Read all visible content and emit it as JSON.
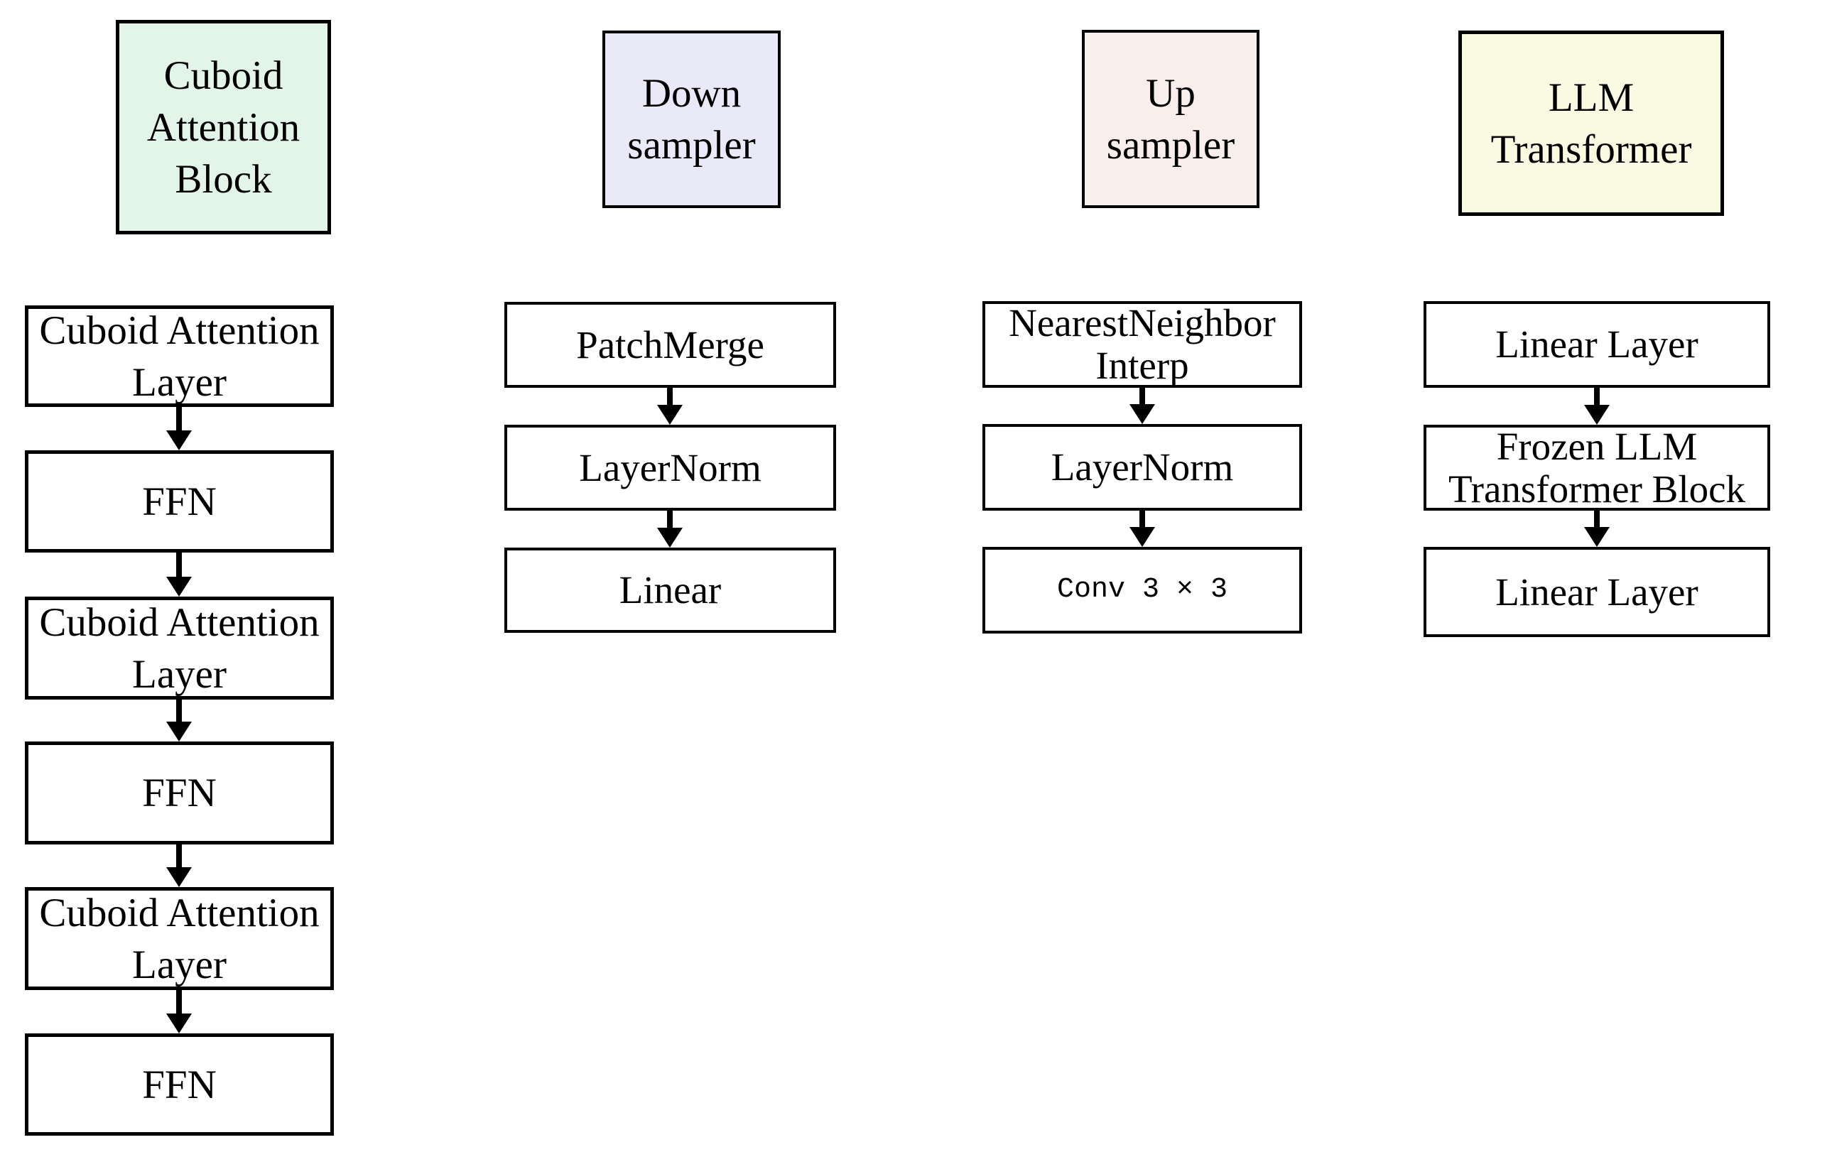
{
  "diagram": {
    "title": "Model component architecture legend diagram",
    "colors": {
      "background": "#ffffff",
      "box_border": "#000000",
      "node_fill": "#ffffff",
      "text": "#000000",
      "cuboid_attention_header_fill": "#e3f5e9",
      "down_sampler_header_fill": "#e9e9f7",
      "up_sampler_header_fill": "#f8efec",
      "llm_transformer_header_fill": "#fafae3"
    },
    "columns": [
      {
        "id": "cuboid-attention-block",
        "header": {
          "label": "Cuboid\nAttention\nBlock",
          "fill": "#e3f5e9"
        },
        "nodes": [
          {
            "label": "Cuboid Attention\nLayer"
          },
          {
            "label": "FFN"
          },
          {
            "label": "Cuboid Attention\nLayer"
          },
          {
            "label": "FFN"
          },
          {
            "label": "Cuboid Attention\nLayer"
          },
          {
            "label": "FFN"
          }
        ]
      },
      {
        "id": "down-sampler",
        "header": {
          "label": "Down\nsampler",
          "fill": "#e9e9f7"
        },
        "nodes": [
          {
            "label": "PatchMerge"
          },
          {
            "label": "LayerNorm"
          },
          {
            "label": "Linear"
          }
        ]
      },
      {
        "id": "up-sampler",
        "header": {
          "label": "Up\nsampler",
          "fill": "#f8efec"
        },
        "nodes": [
          {
            "label": "NearestNeighbor\nInterp"
          },
          {
            "label": "LayerNorm"
          },
          {
            "label": "Conv 3 × 3"
          }
        ]
      },
      {
        "id": "llm-transformer",
        "header": {
          "label": "LLM\nTransformer",
          "fill": "#fafae3"
        },
        "nodes": [
          {
            "label": "Linear Layer"
          },
          {
            "label": "Frozen LLM\nTransformer Block"
          },
          {
            "label": "Linear Layer"
          }
        ]
      }
    ]
  }
}
